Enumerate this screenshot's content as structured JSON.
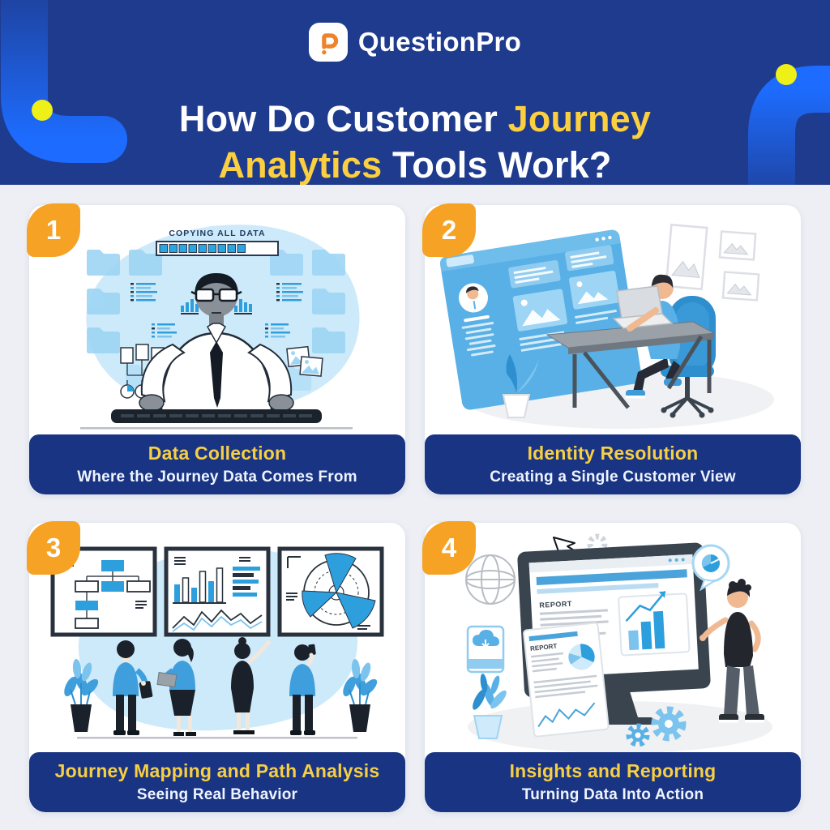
{
  "colors": {
    "header_navy": "#1f3b8e",
    "caption_navy": "#1a3484",
    "title_gold": "#fbcf3f",
    "dot_lemon": "#eef018",
    "badge_orange": "#f6a225",
    "page_background": "#edeff5",
    "accent_blue": "#2e9fdd",
    "light_blue": "#cdeafb"
  },
  "header": {
    "brand": "QuestionPro",
    "logo_icon": "questionpro-p-icon",
    "title_line1_white": "How Do Customer",
    "title_line1_yellow": "Journey",
    "title_line2_yellow": "Analytics",
    "title_line2_white": "Tools Work?"
  },
  "panels": [
    {
      "number": "1",
      "title": "Data Collection",
      "subtitle": "Where the Journey Data Comes From",
      "labels": {
        "progress": "COPYING ALL DATA"
      }
    },
    {
      "number": "2",
      "title": "Identity Resolution",
      "subtitle": "Creating a Single Customer View"
    },
    {
      "number": "3",
      "title": "Journey Mapping and Path Analysis",
      "subtitle": "Seeing Real Behavior"
    },
    {
      "number": "4",
      "title": "Insights and Reporting",
      "subtitle": "Turning Data Into Action",
      "labels": {
        "report_screen": "REPORT",
        "report_page": "REPORT"
      }
    }
  ]
}
